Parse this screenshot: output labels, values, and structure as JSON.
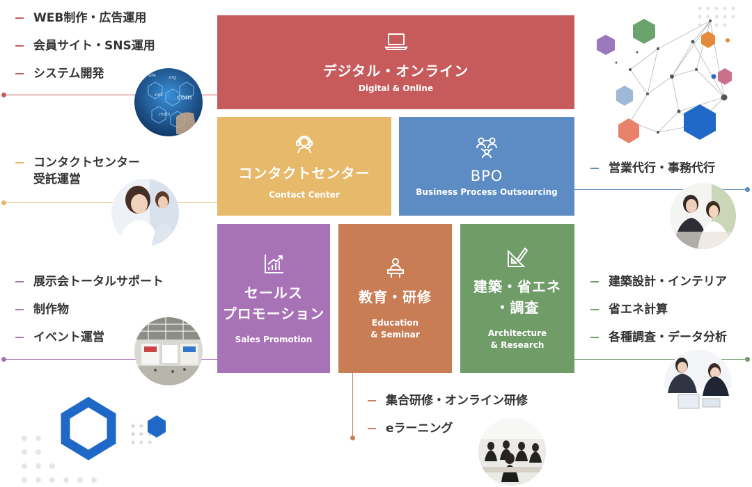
{
  "tiles": {
    "digital": {
      "ja": "デジタル・オンライン",
      "en": "Digital & Online",
      "icon": "laptop-icon",
      "color": "#c75b5c"
    },
    "contact": {
      "ja": "コンタクトセンター",
      "en": "Contact Center",
      "icon": "headset-icon",
      "color": "#e7b96b"
    },
    "bpo": {
      "ja": "BPO",
      "en": "Business Process Outsourcing",
      "icon": "people-network-icon",
      "color": "#5d8bc3"
    },
    "sales": {
      "ja": "セールス\nプロモーション",
      "en": "Sales Promotion",
      "icon": "growth-chart-icon",
      "color": "#a872b6"
    },
    "edu": {
      "ja": "教育・研修",
      "en": "Education\n& Seminar",
      "icon": "teacher-icon",
      "color": "#c97d55"
    },
    "arch": {
      "ja": "建築・省エネ\n・調査",
      "en": "Architecture\n& Research",
      "icon": "ruler-pencil-icon",
      "color": "#6f9c67"
    }
  },
  "lists": {
    "digital": [
      "WEB制作・広告運用",
      "会員サイト・SNS運用",
      "システム開発"
    ],
    "contact": [
      "コンタクトセンター\n受託運営"
    ],
    "bpo": [
      "営業代行・事務代行"
    ],
    "sales": [
      "展示会トータルサポート",
      "制作物",
      "イベント運営"
    ],
    "arch": [
      "建築設計・インテリア",
      "省エネ計算",
      "各種調査・データ分析"
    ],
    "edu": [
      "集合研修・オンライン研修",
      "eラーニング"
    ]
  },
  "photo_labels": {
    "digital": [
      ".com",
      ".net",
      ".org",
      "site",
      ".mobi"
    ]
  }
}
